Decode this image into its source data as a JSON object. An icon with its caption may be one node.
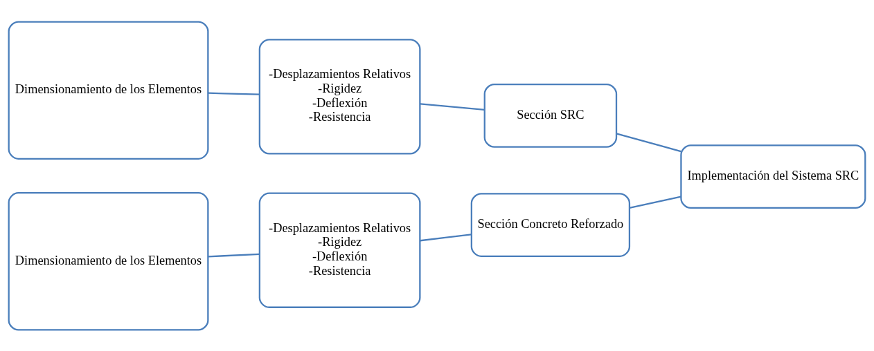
{
  "diagram": {
    "nodes": [
      {
        "text": [
          "Dimensionamiento de los Elementos"
        ]
      },
      {
        "text": [
          "-Desplazamientos Relativos",
          "-Rigidez",
          "-Deflexión",
          "-Resistencia"
        ]
      },
      {
        "text": [
          "Sección SRC"
        ]
      },
      {
        "text": [
          "Implementación del Sistema SRC"
        ]
      },
      {
        "text": [
          "Dimensionamiento de los Elementos"
        ]
      },
      {
        "text": [
          "-Desplazamientos Relativos",
          "-Rigidez",
          "-Deflexión",
          "-Resistencia"
        ]
      },
      {
        "text": [
          "Sección Concreto Reforzado"
        ]
      }
    ],
    "edges": [
      {
        "from": 0,
        "to": 1,
        "arrow": "none"
      },
      {
        "from": 1,
        "to": 2,
        "arrow": "none"
      },
      {
        "from": 2,
        "to": 3,
        "arrow": "none"
      },
      {
        "from": 4,
        "to": 5,
        "arrow": "none"
      },
      {
        "from": 5,
        "to": 6,
        "arrow": "none"
      },
      {
        "from": 6,
        "to": 3,
        "arrow": "none"
      }
    ]
  }
}
